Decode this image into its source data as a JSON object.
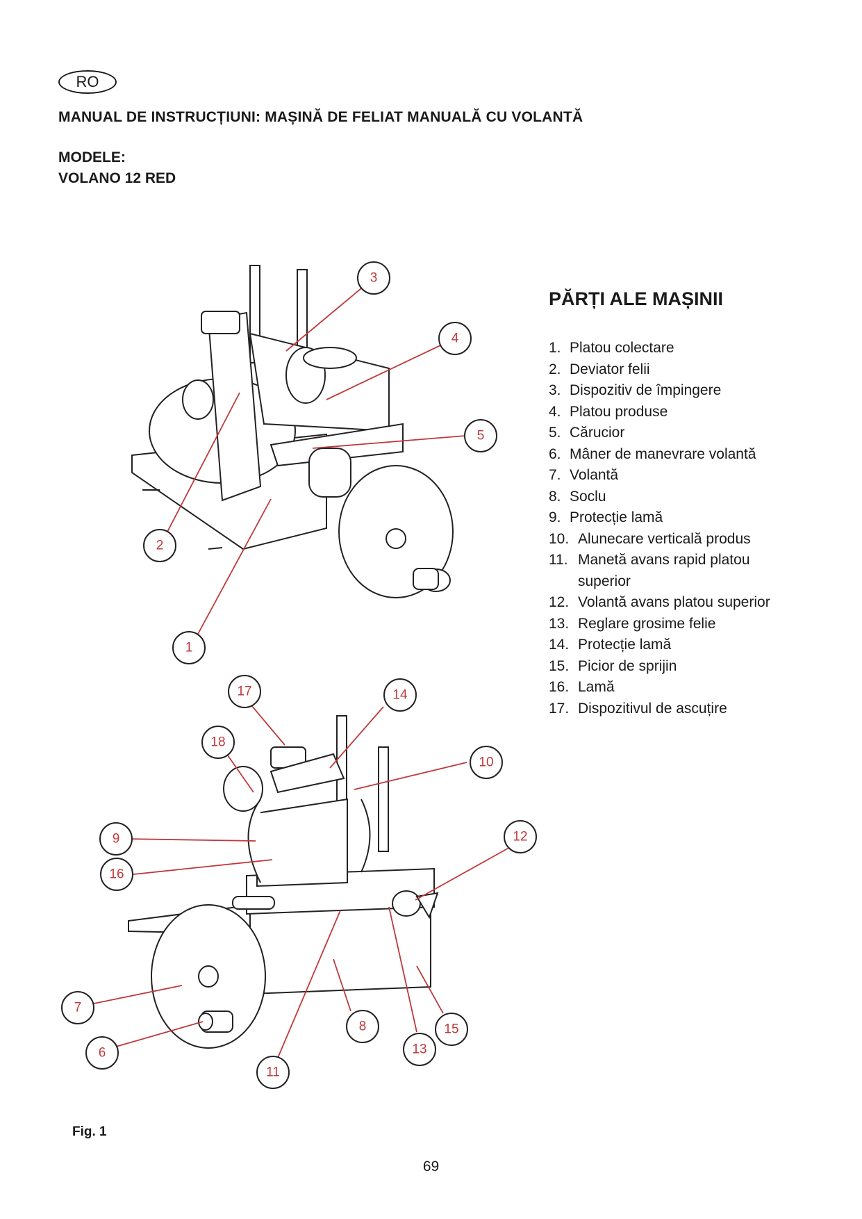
{
  "header": {
    "lang_badge": "RO",
    "title": "MANUAL DE INSTRUCȚIUNI: MAȘINĂ DE FELIAT MANUALĂ CU VOLANTĂ",
    "models_label": "MODELE:",
    "model_name": "VOLANO 12 RED"
  },
  "parts": {
    "heading": "PĂRȚI ALE MAȘINII",
    "items": [
      {
        "num": "1.",
        "text": "Platou colectare"
      },
      {
        "num": "2.",
        "text": "Deviator felii"
      },
      {
        "num": "3.",
        "text": "Dispozitiv de împingere"
      },
      {
        "num": "4.",
        "text": "Platou produse"
      },
      {
        "num": "5.",
        "text": "Cărucior"
      },
      {
        "num": "6.",
        "text": "Mâner de manevrare volantă"
      },
      {
        "num": "7.",
        "text": "Volantă"
      },
      {
        "num": "8.",
        "text": "Soclu"
      },
      {
        "num": "9.",
        "text": "Protecție lamă"
      },
      {
        "num": "10.",
        "text": "Alunecare verticală produs"
      },
      {
        "num": "11.",
        "text": "Manetă avans rapid platou superior"
      },
      {
        "num": "12.",
        "text": "Volantă avans platou superior"
      },
      {
        "num": "13.",
        "text": "Reglare grosime felie"
      },
      {
        "num": "14.",
        "text": "Protecție lamă"
      },
      {
        "num": "15.",
        "text": "Picior de sprijin"
      },
      {
        "num": "16.",
        "text": "Lamă"
      },
      {
        "num": "17.",
        "text": "Dispozitivul de ascuțire"
      }
    ]
  },
  "figure": {
    "label": "Fig. 1",
    "callouts_top": [
      "3",
      "4",
      "5",
      "2",
      "1"
    ],
    "callouts_bottom": [
      "17",
      "14",
      "18",
      "10",
      "9",
      "12",
      "16",
      "7",
      "8",
      "15",
      "6",
      "13",
      "11"
    ]
  },
  "footer": {
    "page_number": "69"
  },
  "colors": {
    "callout_red": "#c0393b",
    "line": "#222222"
  }
}
